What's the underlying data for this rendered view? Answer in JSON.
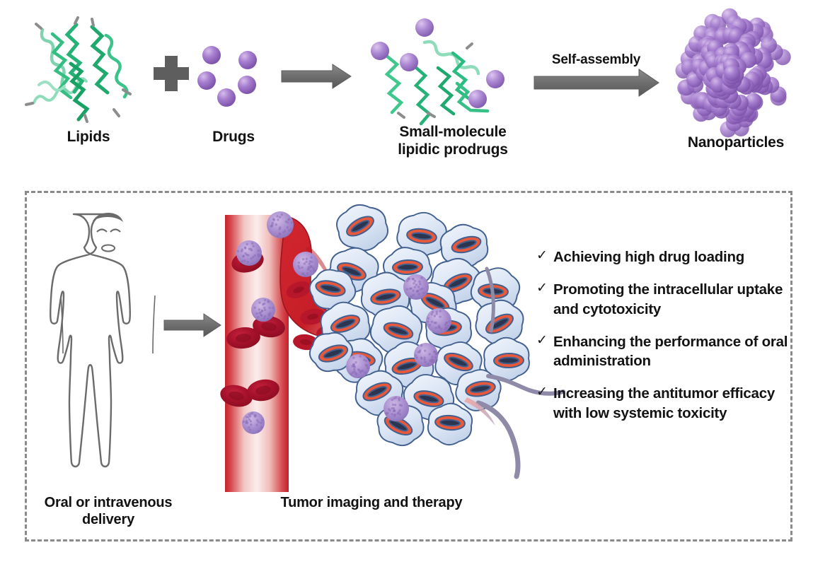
{
  "figure": {
    "type": "scientific-schematic",
    "title_absent": true
  },
  "top_row": {
    "lipids_label": "Lipids",
    "drugs_label": "Drugs",
    "prodrugs_label": "Small-molecule\nlipidic prodrugs",
    "prodrugs_label_line1": "Small-molecule",
    "prodrugs_label_line2": "lipidic prodrugs",
    "nanoparticles_label": "Nanoparticles",
    "self_assembly_label": "Self-assembly",
    "plus_symbol": "+"
  },
  "bottom_panel": {
    "delivery_label_line1": "Oral or intravenous",
    "delivery_label_line2": "delivery",
    "tumor_label": "Tumor imaging and therapy",
    "benefits": [
      {
        "check": "✓",
        "text": "Achieving high drug loading"
      },
      {
        "check": "✓",
        "text": "Promoting the intracellular uptake and cytotoxicity"
      },
      {
        "check": "✓",
        "text": "Enhancing the performance of oral administration"
      },
      {
        "check": "✓",
        "text": "Increasing the antitumor efficacy with low systemic toxicity"
      }
    ]
  },
  "colors": {
    "drug_purple": "#9B72C8",
    "drug_purple_light": "#C4A5E0",
    "lipid_green": "#22B573",
    "lipid_green_light": "#7BD2A8",
    "arrow_gray": "#6E6E6E",
    "panel_border": "#8A8A8A",
    "vessel_red": "#CE2027",
    "rbc_dark_red": "#A81129",
    "tumor_cell_fill": "#DCE6F5",
    "tumor_cell_stroke": "#3F5B8E",
    "nucleus_orange": "#E8593C",
    "nanoparticle_purple": "#A387CC",
    "body_outline": "#6B6B6B",
    "text_black": "#121212"
  }
}
